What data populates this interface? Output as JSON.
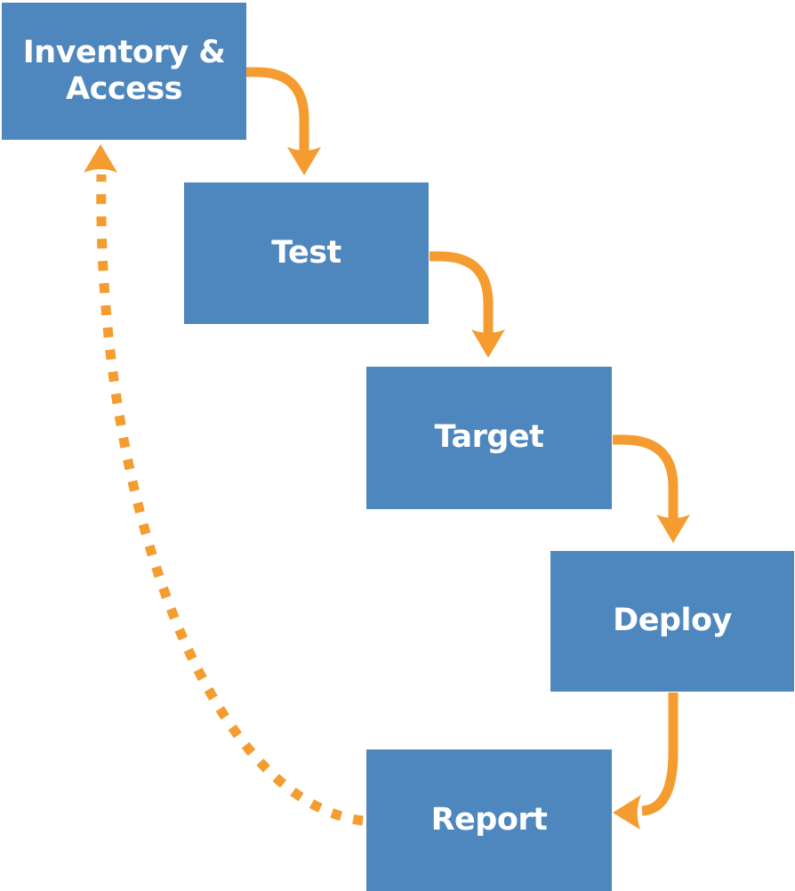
{
  "diagram": {
    "type": "flow",
    "title": "",
    "nodes": [
      {
        "id": "inventory-access",
        "label": "Inventory & Access"
      },
      {
        "id": "test",
        "label": "Test"
      },
      {
        "id": "target",
        "label": "Target"
      },
      {
        "id": "deploy",
        "label": "Deploy"
      },
      {
        "id": "report",
        "label": "Report"
      }
    ],
    "connections": [
      {
        "from": "Inventory & Access",
        "to": "Test",
        "style": "solid",
        "shape": "curve-right-down"
      },
      {
        "from": "Test",
        "to": "Target",
        "style": "solid",
        "shape": "curve-right-down"
      },
      {
        "from": "Target",
        "to": "Deploy",
        "style": "solid",
        "shape": "curve-right-down"
      },
      {
        "from": "Deploy",
        "to": "Report",
        "style": "solid",
        "shape": "curve-down-left"
      },
      {
        "from": "Report",
        "to": "Inventory & Access",
        "style": "dashed",
        "shape": "curve-left-up"
      }
    ],
    "colors": {
      "node_fill": "#4E87BD",
      "node_text": "#FFFFFF",
      "arrow": "#F59C30",
      "background": "#FFFFFF"
    }
  }
}
